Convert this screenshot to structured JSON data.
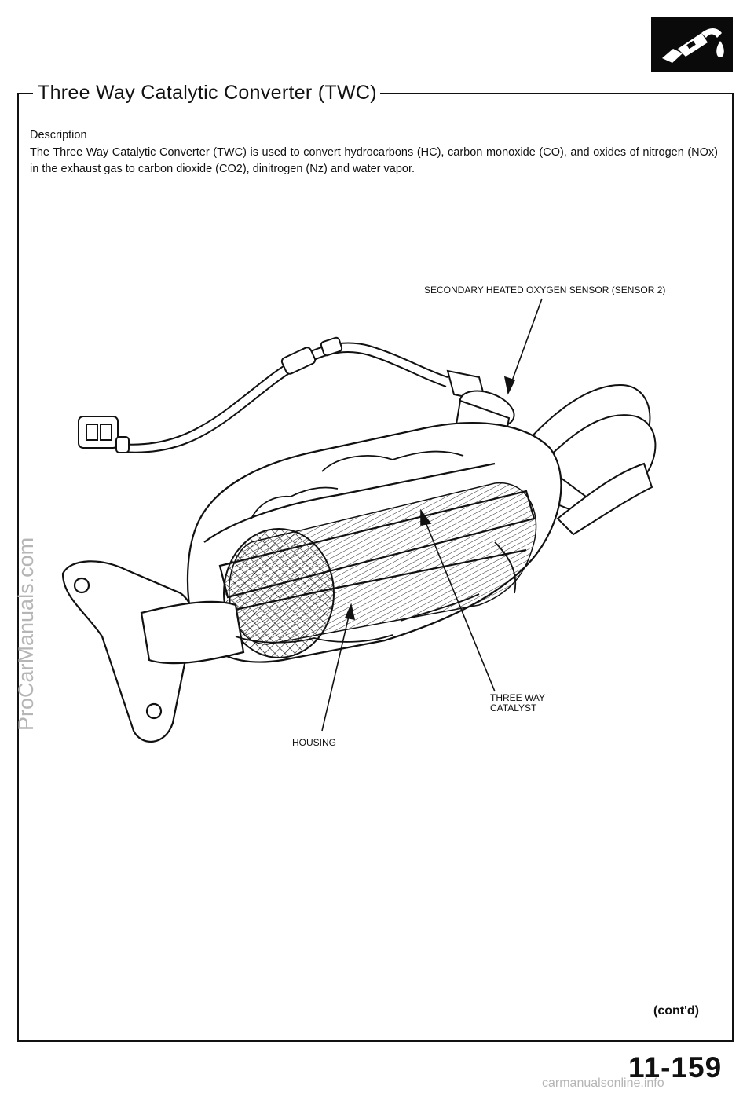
{
  "page": {
    "title": "Three Way Catalytic Converter (TWC)",
    "description_heading": "Description",
    "description_text": "The Three Way Catalytic Converter (TWC) is used to convert hydrocarbons (HC), carbon monoxide (CO), and oxides of nitrogen (NOx) in the exhaust gas to carbon dioxide (CO2), dinitrogen (Nz) and water vapor.",
    "continued_label": "(cont'd)",
    "page_number": "11-159"
  },
  "diagram": {
    "callouts": {
      "sensor": "SECONDARY HEATED OXYGEN SENSOR (SENSOR 2)",
      "catalyst_line1": "THREE WAY",
      "catalyst_line2": "CATALYST",
      "housing": "HOUSING"
    }
  },
  "watermarks": {
    "side": "ProCarManuals.com",
    "bottom": "carmanualsonline.info"
  },
  "colors": {
    "ink": "#111111",
    "watermark": "#b5b5b5",
    "background": "#ffffff"
  },
  "icons": {
    "section_logo": "fuel-nozzle-icon"
  }
}
